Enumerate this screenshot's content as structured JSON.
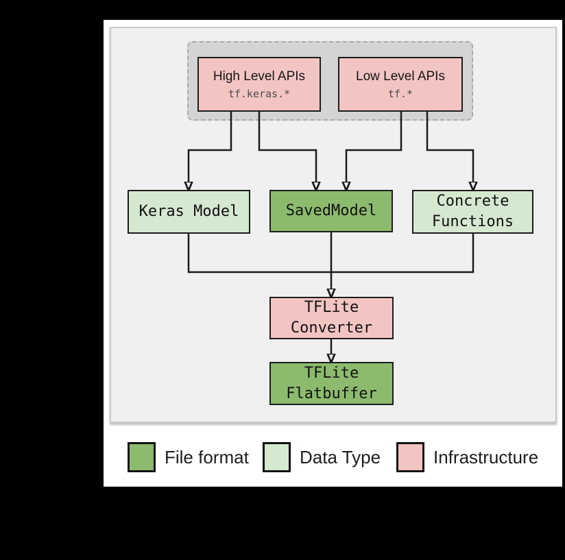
{
  "diagram": {
    "api_group": {
      "high_level": {
        "title": "High Level APIs",
        "code": "tf.keras.*"
      },
      "low_level": {
        "title": "Low Level APIs",
        "code": "tf.*"
      }
    },
    "nodes": {
      "keras_model": {
        "label": "Keras Model",
        "type": "Data Type"
      },
      "saved_model": {
        "label": "SavedModel",
        "type": "File format"
      },
      "concrete_functions": {
        "label": "Concrete\nFunctions",
        "type": "Data Type"
      },
      "tflite_converter": {
        "label": "TFLite\nConverter",
        "type": "Infrastructure"
      },
      "tflite_flatbuffer": {
        "label": "TFLite\nFlatbuffer",
        "type": "File format"
      }
    }
  },
  "legend": {
    "items": [
      {
        "label": "File format",
        "color": "#8cbb6e"
      },
      {
        "label": "Data Type",
        "color": "#d5e8d0"
      },
      {
        "label": "Infrastructure",
        "color": "#f2c5c3"
      }
    ]
  },
  "colors": {
    "file_format": "#8cbb6e",
    "data_type": "#d5e8d0",
    "infrastructure": "#f2c5c3",
    "connector": "#1a1a1a",
    "panel_background": "#f0f0f0",
    "api_group_background": "#d4d4d4",
    "page_background": "#000000",
    "card_background": "#ffffff"
  }
}
